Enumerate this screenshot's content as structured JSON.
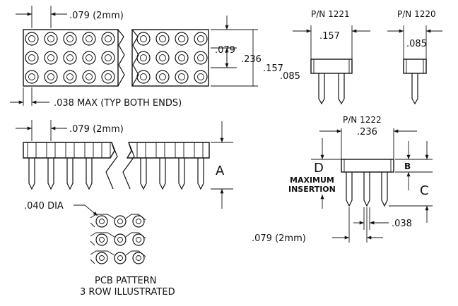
{
  "colors": {
    "ink": "#111111",
    "background": "#ffffff"
  },
  "top_left": {
    "pitch_label": ".079 (2mm)",
    "row_pitch_label": ".079",
    "width_label": ".236",
    "max_label": ".038 MAX (TYP BOTH ENDS)"
  },
  "top_right": {
    "pn_1221": "P/N 1221",
    "pn_1220": "P/N 1220",
    "dim_157_top": ".157",
    "dim_085_top": ".085",
    "dim_157_side": ".157",
    "dim_085_side": ".085"
  },
  "mid_left": {
    "pitch_label": ".079 (2mm)",
    "dim_a": "A",
    "dia_label": ".040 DIA",
    "pcb_title": "PCB PATTERN",
    "pcb_subtitle": "3 ROW ILLUSTRATED"
  },
  "mid_right": {
    "pn_1222": "P/N 1222",
    "dim_236": ".236",
    "dim_d": "D",
    "dim_b": "B",
    "dim_c": "C",
    "max_insertion_1": "MAXIMUM",
    "max_insertion_2": "INSERTION",
    "dim_038": ".038",
    "pitch_label": ".079 (2mm)"
  }
}
